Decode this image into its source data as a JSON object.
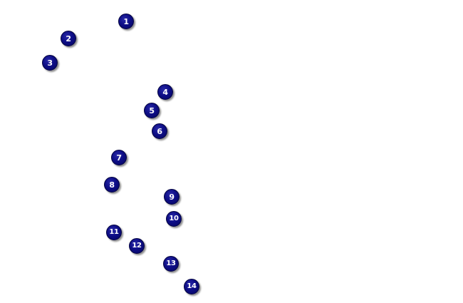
{
  "colors": {
    "background": "#ffffff",
    "marker_fill": "#0e0e86",
    "marker_text": "#ffffff"
  },
  "markers": [
    {
      "label": "1"
    },
    {
      "label": "2"
    },
    {
      "label": "3"
    },
    {
      "label": "4"
    },
    {
      "label": "5"
    },
    {
      "label": "6"
    },
    {
      "label": "7"
    },
    {
      "label": "8"
    },
    {
      "label": "9"
    },
    {
      "label": "10"
    },
    {
      "label": "11"
    },
    {
      "label": "12"
    },
    {
      "label": "13"
    },
    {
      "label": "14"
    }
  ]
}
